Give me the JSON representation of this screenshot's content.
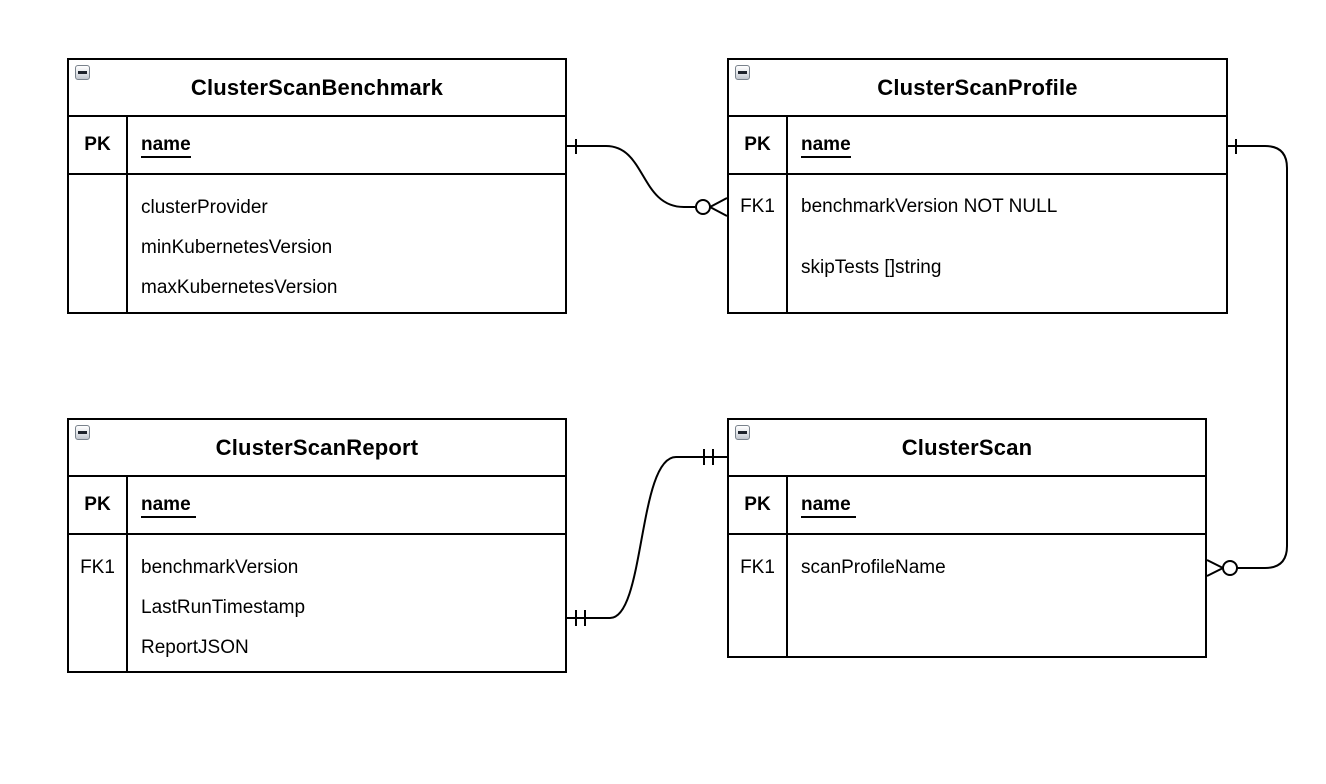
{
  "diagram": {
    "type": "entity-relationship",
    "colors": {
      "line": "#000000",
      "background": "#ffffff",
      "text": "#000000"
    },
    "entities": [
      {
        "title": "ClusterScanBenchmark",
        "collapse_icon": "minus",
        "pk_label": "PK",
        "pk_field": "name",
        "fk_label": "",
        "attributes": [
          "clusterProvider",
          "minKubernetesVersion",
          "maxKubernetesVersion"
        ]
      },
      {
        "title": "ClusterScanProfile",
        "collapse_icon": "minus",
        "pk_label": "PK",
        "pk_field": "name",
        "fk_label": "FK1",
        "attributes": [
          "benchmarkVersion NOT NULL",
          "skipTests []string"
        ]
      },
      {
        "title": "ClusterScanReport",
        "collapse_icon": "minus",
        "pk_label": "PK",
        "pk_field": "name ",
        "fk_label": "FK1",
        "attributes": [
          "benchmarkVersion",
          "LastRunTimestamp",
          "ReportJSON"
        ]
      },
      {
        "title": "ClusterScan",
        "collapse_icon": "minus",
        "pk_label": "PK",
        "pk_field": "name ",
        "fk_label": "FK1",
        "attributes": [
          "scanProfileName"
        ]
      }
    ],
    "relationships": [
      {
        "from": "ClusterScanBenchmark",
        "from_cardinality": "one",
        "to": "ClusterScanProfile",
        "to_cardinality": "zero-or-many"
      },
      {
        "from": "ClusterScanProfile",
        "from_cardinality": "one",
        "to": "ClusterScan",
        "to_cardinality": "zero-or-many"
      },
      {
        "from": "ClusterScanReport",
        "from_cardinality": "exactly-one",
        "to": "ClusterScan",
        "to_cardinality": "exactly-one"
      }
    ]
  }
}
